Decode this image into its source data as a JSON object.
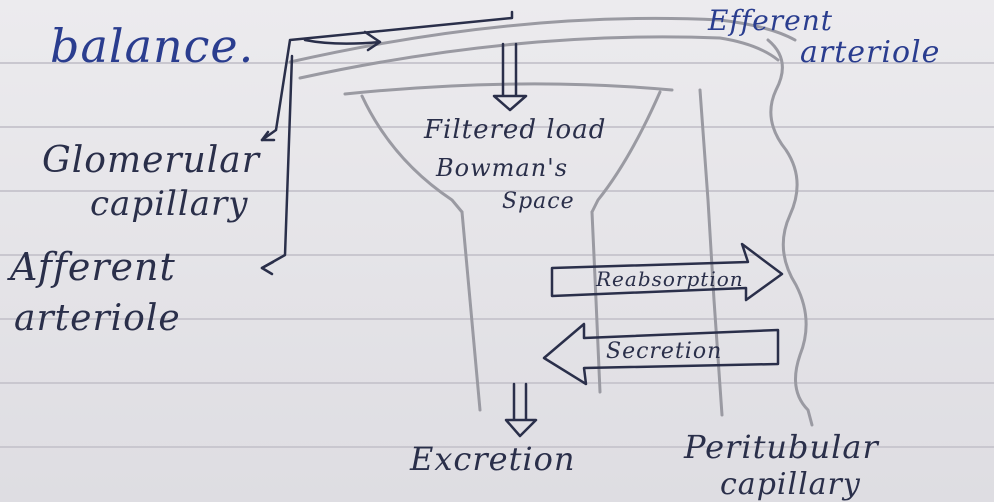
{
  "labels": {
    "balance": "balance.",
    "efferent_line1": "Efferent",
    "efferent_line2": "arteriole",
    "glomerular_line1": "Glomerular",
    "glomerular_line2": "capillary",
    "afferent_line1": "Afferent",
    "afferent_line2": "arteriole",
    "filtered_line1": "Filtered load",
    "filtered_line2": "Bowman's",
    "filtered_line3": "Space",
    "reabsorption": "Reabsorption",
    "secretion": "Secretion",
    "excretion": "Excretion",
    "peritubular_line1": "Peritubular",
    "peritubular_line2": "capillary"
  },
  "colors": {
    "paper": "#e6e4e7",
    "rule_line": "#c9c7cf",
    "blue_ink": "#2a3d8f",
    "dark_ink": "#2a2f4a",
    "pencil": "#9a9aa2"
  }
}
